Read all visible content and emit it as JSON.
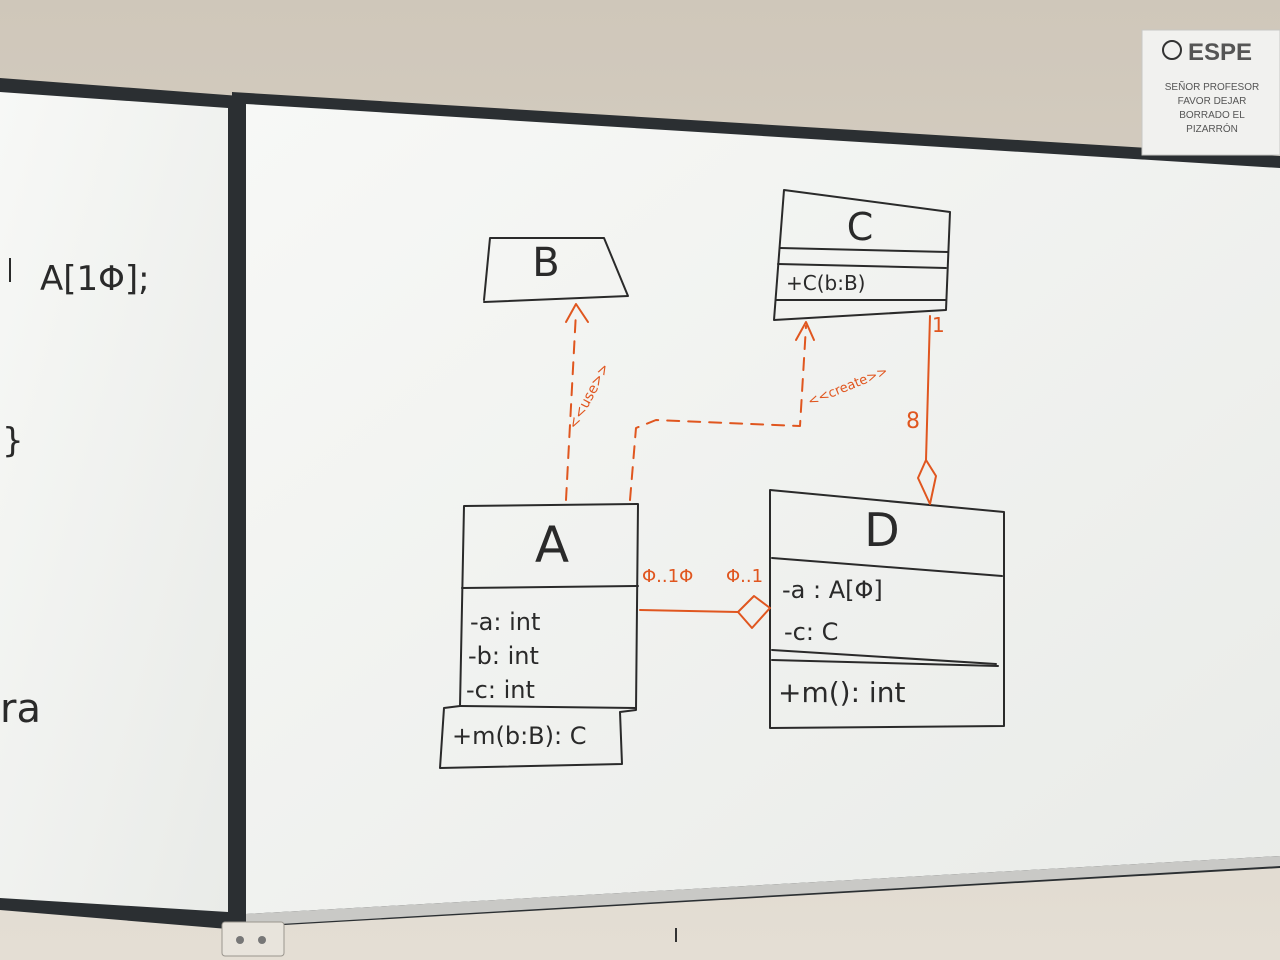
{
  "sign": {
    "logo": "ESPE",
    "lines": [
      "SEÑOR PROFESOR",
      "FAVOR DEJAR",
      "BORRADO EL",
      "PIZARRÓN"
    ]
  },
  "left_board": {
    "texts": [
      "A[1Φ];",
      "}",
      "ra"
    ]
  },
  "diagram": {
    "classes": {
      "B": {
        "name": "B"
      },
      "C": {
        "name": "C",
        "operations": [
          "+C(b:B)"
        ]
      },
      "A": {
        "name": "A",
        "attributes": [
          "-a: int",
          "-b: int",
          "-c: int"
        ],
        "operations": [
          "+m(b:B): C"
        ]
      },
      "D": {
        "name": "D",
        "attributes": [
          "-a : A[Φ]",
          "-c: C"
        ],
        "operations": [
          "+m(): int"
        ]
      }
    },
    "relations": {
      "a_to_b_stereotype": "<<use>>",
      "a_to_c_stereotype": "<<create>>",
      "a_mult": "Φ..1Φ",
      "d_mult": "Φ..1",
      "c_mult": "1",
      "d_mult_c": "8"
    }
  },
  "colors": {
    "board": "#f4f5f3",
    "frame": "#2b2f32",
    "marker_black": "#2a2a2a",
    "marker_red": "#e0561f"
  }
}
